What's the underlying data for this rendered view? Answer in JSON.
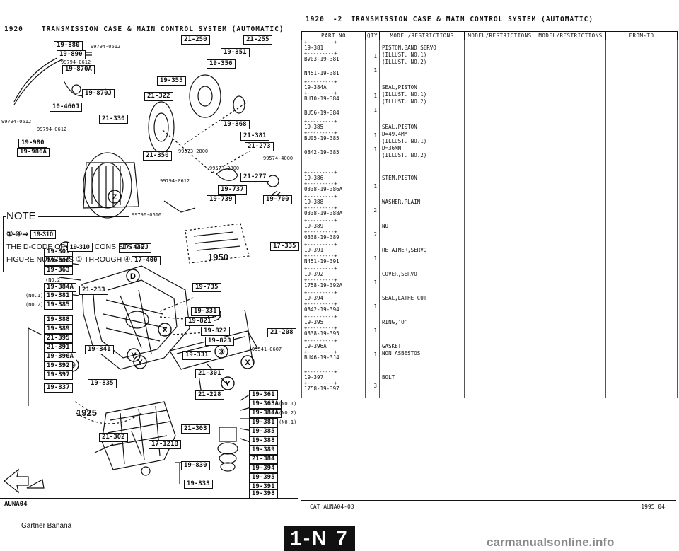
{
  "left_page": {
    "header": {
      "code": "1920",
      "title": "TRANSMISSION CASE & MAIN CONTROL SYSTEM (AUTOMATIC)"
    },
    "labels": [
      {
        "text": "19-880",
        "pos": "a"
      },
      {
        "text": "19-890",
        "pos": "b"
      },
      {
        "text": "19-870A",
        "pos": "c"
      },
      {
        "text": "19-870J",
        "pos": "d"
      },
      {
        "text": "10-460J",
        "pos": "e"
      },
      {
        "text": "21-250",
        "pos": "f"
      },
      {
        "text": "21-255",
        "pos": "g"
      },
      {
        "text": "19-351",
        "pos": "h"
      },
      {
        "text": "19-356",
        "pos": "i"
      },
      {
        "text": "19-355",
        "pos": "j"
      },
      {
        "text": "21-322",
        "pos": "k"
      },
      {
        "text": "21-330",
        "pos": "l"
      },
      {
        "text": "19-368",
        "pos": "m"
      },
      {
        "text": "21-381",
        "pos": "n"
      },
      {
        "text": "21-273",
        "pos": "o"
      },
      {
        "text": "19-980",
        "pos": "p"
      },
      {
        "text": "19-986A",
        "pos": "q"
      },
      {
        "text": "21-350",
        "pos": "r"
      },
      {
        "text": "21-277",
        "pos": "s"
      },
      {
        "text": "19-737",
        "pos": "t"
      },
      {
        "text": "19-739",
        "pos": "u"
      },
      {
        "text": "19-700",
        "pos": "v"
      },
      {
        "text": "17-442J",
        "pos": "w"
      },
      {
        "text": "17-400",
        "pos": "x"
      },
      {
        "text": "17-335",
        "pos": "y"
      },
      {
        "text": "19-301",
        "pos": "z"
      },
      {
        "text": "19-306",
        "pos": "aa"
      },
      {
        "text": "19-363",
        "pos": "ab"
      },
      {
        "text": "19-384A",
        "pos": "ac"
      },
      {
        "text": "19-381",
        "pos": "ad"
      },
      {
        "text": "19-385",
        "pos": "ae"
      },
      {
        "text": "21-233",
        "pos": "af"
      },
      {
        "text": "19-735",
        "pos": "ag"
      },
      {
        "text": "19-331",
        "pos": "ah"
      },
      {
        "text": "19-821",
        "pos": "ai"
      },
      {
        "text": "19-822",
        "pos": "aj"
      },
      {
        "text": "19-823",
        "pos": "ak"
      },
      {
        "text": "21-208",
        "pos": "al"
      },
      {
        "text": "19-388",
        "pos": "am"
      },
      {
        "text": "19-389",
        "pos": "an"
      },
      {
        "text": "21-395",
        "pos": "ao"
      },
      {
        "text": "21-391",
        "pos": "ap"
      },
      {
        "text": "19-396A",
        "pos": "aq"
      },
      {
        "text": "19-392",
        "pos": "ar"
      },
      {
        "text": "19-397",
        "pos": "as"
      },
      {
        "text": "19-341",
        "pos": "at"
      },
      {
        "text": "19-331",
        "pos": "au"
      },
      {
        "text": "21-301",
        "pos": "av"
      },
      {
        "text": "19-837",
        "pos": "aw"
      },
      {
        "text": "19-835",
        "pos": "ax"
      },
      {
        "text": "21-228",
        "pos": "ay"
      },
      {
        "text": "19-361",
        "pos": "az"
      },
      {
        "text": "19-363A",
        "pos": "ba"
      },
      {
        "text": "19-384A",
        "pos": "bb"
      },
      {
        "text": "19-381",
        "pos": "bc"
      },
      {
        "text": "19-385",
        "pos": "bd"
      },
      {
        "text": "19-388",
        "pos": "be"
      },
      {
        "text": "19-389",
        "pos": "bf"
      },
      {
        "text": "21-384",
        "pos": "bg"
      },
      {
        "text": "19-394",
        "pos": "bh"
      },
      {
        "text": "19-395",
        "pos": "bi"
      },
      {
        "text": "19-391",
        "pos": "bj"
      },
      {
        "text": "19-398",
        "pos": "bk"
      },
      {
        "text": "21-302",
        "pos": "bl"
      },
      {
        "text": "21-303",
        "pos": "bm"
      },
      {
        "text": "17-121B",
        "pos": "bn"
      },
      {
        "text": "19-830",
        "pos": "bo"
      },
      {
        "text": "19-833",
        "pos": "bp"
      }
    ],
    "small_numbers": [
      {
        "text": "99794-0612",
        "pos": "n1"
      },
      {
        "text": "99794-0612",
        "pos": "n2"
      },
      {
        "text": "99794-0612",
        "pos": "n3"
      },
      {
        "text": "99794-0612",
        "pos": "n4"
      },
      {
        "text": "99573-2800",
        "pos": "n5"
      },
      {
        "text": "99574-4000",
        "pos": "n6"
      },
      {
        "text": "99573-2800",
        "pos": "n7"
      },
      {
        "text": "99794-0612",
        "pos": "n8"
      },
      {
        "text": "99796-0616",
        "pos": "n9"
      },
      {
        "text": "99541-0607",
        "pos": "n10"
      },
      {
        "text": "(NO.2)",
        "pos": "n11"
      },
      {
        "text": "(NO.1)",
        "pos": "n12"
      },
      {
        "text": "(NO.2)",
        "pos": "n13"
      },
      {
        "text": "(NO.1)",
        "pos": "n14"
      },
      {
        "text": "(NO.2)",
        "pos": "n15"
      },
      {
        "text": "(NO.1)",
        "pos": "n16"
      }
    ],
    "callouts": {
      "c1950": "1950",
      "c1925": "1925"
    },
    "note": {
      "title": "NOTE",
      "line1_a": "①-④⇒",
      "line1_b": "19-310",
      "line2_a": "THE D-CODE OF",
      "line2_b": "19-310",
      "line2_c": "CONSISTS OF",
      "line3": "FIGURE NUMBERS ① THROUGH ④."
    },
    "footer_id": "AUNA04",
    "brand": "Gartner Banana"
  },
  "page_number": "1-N 7",
  "watermark": "carmanualsonline.info",
  "right_page": {
    "header": {
      "code": "1920",
      "sub": "-2",
      "title": "TRANSMISSION CASE & MAIN CONTROL SYSTEM (AUTOMATIC)"
    },
    "columns": [
      "PART NO",
      "QTY",
      "MODEL/RESTRICTIONS",
      "MODEL/RESTRICTIONS",
      "MODEL/RESTRICTIONS",
      "FROM-TO"
    ],
    "rows": [
      {
        "ref": "19-381",
        "parts": [
          {
            "no": "BV03-19-381",
            "qty": "1"
          },
          {
            "no": "N451-19-381",
            "qty": "1"
          }
        ],
        "desc": [
          "PISTON,BAND SERVO",
          "(ILLUST. NO.1)",
          "(ILLUST. NO.2)"
        ]
      },
      {
        "ref": "19-384A",
        "parts": [
          {
            "no": "BU10-19-384",
            "qty": "1"
          },
          {
            "no": "BU56-19-384",
            "qty": "1"
          }
        ],
        "desc": [
          "SEAL,PISTON",
          "(ILLUST. NO.1)",
          "(ILLUST. NO.2)"
        ]
      },
      {
        "ref": "19-385",
        "parts": [
          {
            "no": "BU05-19-385",
            "qty": "1"
          },
          {
            "no": "0842-19-385",
            "qty": "1"
          }
        ],
        "desc": [
          "SEAL,PISTON",
          "D=49.4MM",
          "(ILLUST. NO.1)",
          "D=36MM",
          "(ILLUST. NO.2)"
        ]
      },
      {
        "ref": "19-386",
        "parts": [
          {
            "no": "0338-19-386A",
            "qty": "1"
          }
        ],
        "desc": [
          "STEM,PISTON"
        ]
      },
      {
        "ref": "19-388",
        "parts": [
          {
            "no": "0338-19-388A",
            "qty": "2"
          }
        ],
        "desc": [
          "WASHER,PLAIN"
        ]
      },
      {
        "ref": "19-389",
        "parts": [
          {
            "no": "0338-19-389",
            "qty": "2"
          }
        ],
        "desc": [
          "NUT"
        ]
      },
      {
        "ref": "19-391",
        "parts": [
          {
            "no": "N451-19-391",
            "qty": "1"
          }
        ],
        "desc": [
          "RETAINER,SERVO"
        ]
      },
      {
        "ref": "19-392",
        "parts": [
          {
            "no": "1758-19-392A",
            "qty": "1"
          }
        ],
        "desc": [
          "COVER,SERVO"
        ]
      },
      {
        "ref": "19-394",
        "parts": [
          {
            "no": "0842-19-394",
            "qty": "1"
          }
        ],
        "desc": [
          "SEAL,LATHE CUT"
        ]
      },
      {
        "ref": "19-395",
        "parts": [
          {
            "no": "0338-19-395",
            "qty": "1"
          }
        ],
        "desc": [
          "RING,'O'"
        ]
      },
      {
        "ref": "19-396A",
        "parts": [
          {
            "no": "BU46-19-3J4",
            "qty": "1"
          }
        ],
        "desc": [
          "GASKET",
          "NON ASBESTOS"
        ]
      },
      {
        "ref": "19-397",
        "parts": [
          {
            "no": "1758-19-397",
            "qty": "3"
          }
        ],
        "desc": [
          "BOLT"
        ]
      }
    ],
    "footer_left": "CAT AUNA04-03",
    "footer_right": "1995 04"
  }
}
